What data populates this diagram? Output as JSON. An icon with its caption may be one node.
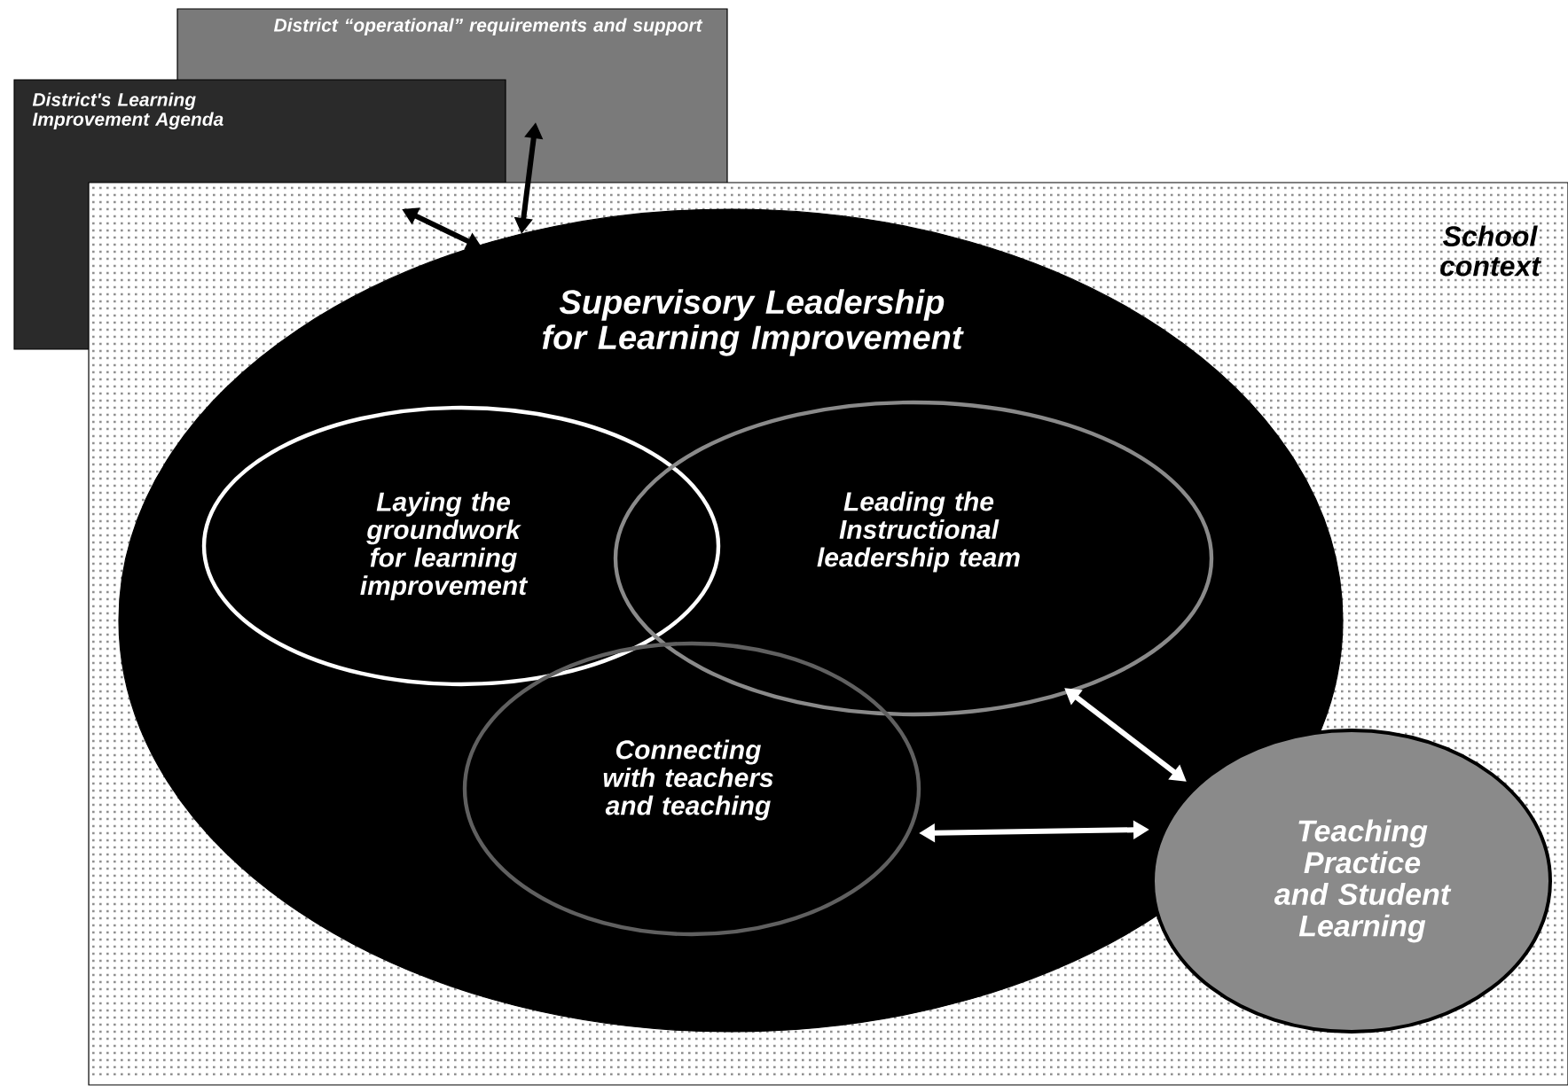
{
  "diagram": {
    "nodes": [
      {
        "text": [
          "District's Learning Improvement Agenda"
        ]
      },
      {
        "text": [
          "District “operational” requirements and support"
        ]
      },
      {
        "text": [
          "School context"
        ]
      },
      {
        "text": [
          "Supervisory Leadership for Learning Improvement"
        ],
        "in": 2
      },
      {
        "text": [
          "Laying the groundwork for learning improvement"
        ],
        "in": 3
      },
      {
        "text": [
          "Leading the Instructional leadership team"
        ],
        "in": 3
      },
      {
        "text": [
          "Connecting with teachers and teaching"
        ],
        "in": 3
      },
      {
        "text": [
          "Teaching Practice and Student Learning"
        ],
        "in": 2
      }
    ],
    "edges": [
      {
        "from": 0,
        "to": 3,
        "arrow": "both"
      },
      {
        "from": 1,
        "to": 3,
        "arrow": "both"
      },
      {
        "from": 5,
        "to": 7,
        "arrow": "both",
        "color": "#ffffff"
      },
      {
        "from": 6,
        "to": 7,
        "arrow": "both",
        "color": "#ffffff"
      }
    ]
  }
}
